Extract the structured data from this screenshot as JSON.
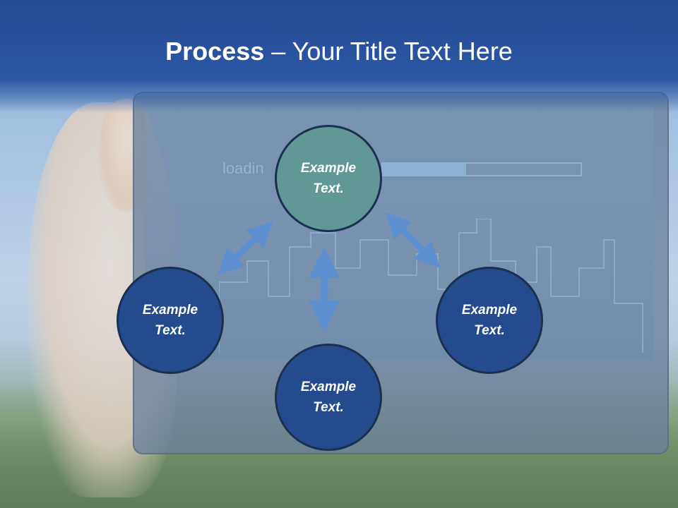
{
  "header": {
    "title_bold": "Process",
    "title_rest": " – Your Title Text Here"
  },
  "background": {
    "screen_text": "loadin",
    "loading_progress": 0.42
  },
  "nodes": {
    "top": {
      "line1": "Example",
      "line2": "Text."
    },
    "left": {
      "line1": "Example",
      "line2": "Text."
    },
    "right": {
      "line1": "Example",
      "line2": "Text."
    },
    "bottom": {
      "line1": "Example",
      "line2": "Text."
    }
  },
  "colors": {
    "header": "#2a58a5",
    "node_primary": "#234b8e",
    "node_accent": "#5f9895",
    "arrow": "#5b8fd0"
  },
  "icons": [
    "double-arrow-icon"
  ]
}
